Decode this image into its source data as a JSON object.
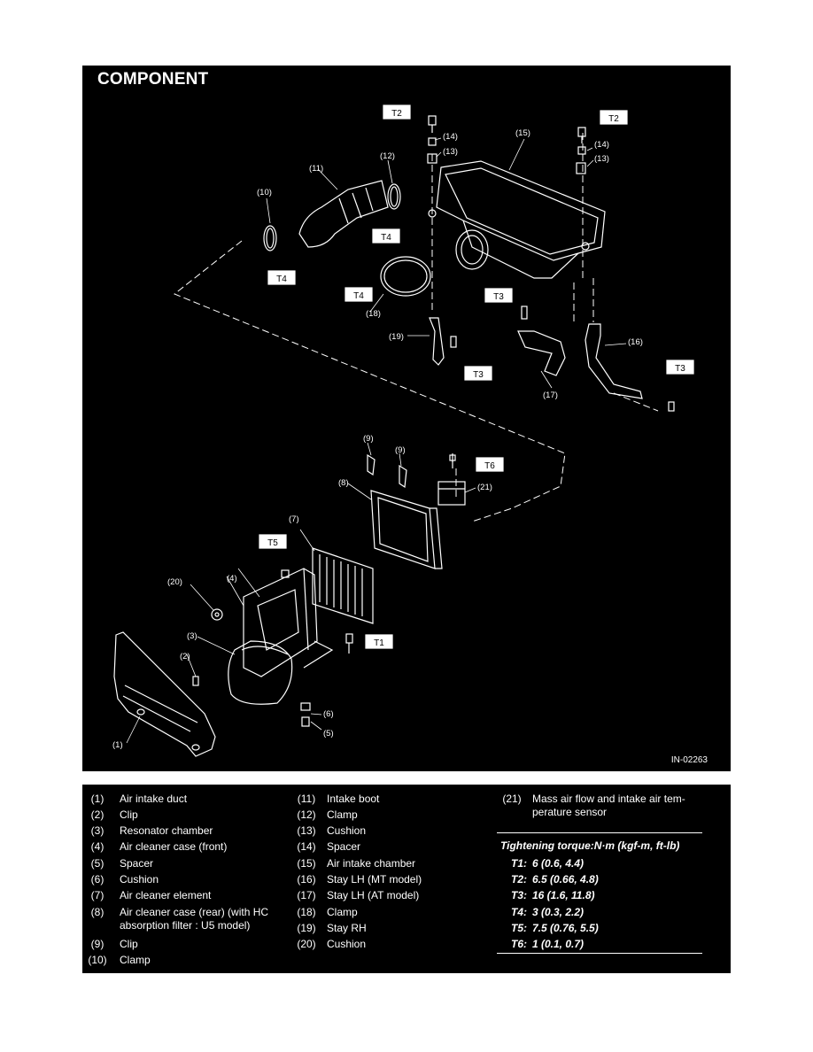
{
  "diagram": {
    "title": "COMPONENT",
    "figure_id": "IN-02263",
    "part_callouts": [
      "(1)",
      "(2)",
      "(3)",
      "(4)",
      "(5)",
      "(6)",
      "(7)",
      "(8)",
      "(9)",
      "(9)",
      "(10)",
      "(11)",
      "(12)",
      "(13)",
      "(13)",
      "(14)",
      "(14)",
      "(15)",
      "(16)",
      "(17)",
      "(18)",
      "(19)",
      "(20)",
      "(21)"
    ],
    "torque_tags": [
      "T1",
      "T2",
      "T2",
      "T3",
      "T3",
      "T3",
      "T4",
      "T4",
      "T4",
      "T5",
      "T6"
    ]
  },
  "legend": {
    "col1": [
      {
        "num": "(1)",
        "label": "Air intake duct"
      },
      {
        "num": "(2)",
        "label": "Clip"
      },
      {
        "num": "(3)",
        "label": "Resonator chamber"
      },
      {
        "num": "(4)",
        "label": "Air cleaner case (front)"
      },
      {
        "num": "(5)",
        "label": "Spacer"
      },
      {
        "num": "(6)",
        "label": "Cushion"
      },
      {
        "num": "(7)",
        "label": "Air cleaner element"
      },
      {
        "num": "(8)",
        "label": "Air cleaner case (rear) (with HC",
        "label2": "absorption filter : U5 model)"
      },
      {
        "num": "(9)",
        "label": "Clip"
      },
      {
        "num": "(10)",
        "label": "Clamp"
      }
    ],
    "col2": [
      {
        "num": "(11)",
        "label": "Intake boot"
      },
      {
        "num": "(12)",
        "label": "Clamp"
      },
      {
        "num": "(13)",
        "label": "Cushion"
      },
      {
        "num": "(14)",
        "label": "Spacer"
      },
      {
        "num": "(15)",
        "label": "Air intake chamber"
      },
      {
        "num": "(16)",
        "label": "Stay LH (MT model)"
      },
      {
        "num": "(17)",
        "label": "Stay LH (AT model)"
      },
      {
        "num": "(18)",
        "label": "Clamp"
      },
      {
        "num": "(19)",
        "label": "Stay RH"
      },
      {
        "num": "(20)",
        "label": "Cushion"
      }
    ],
    "col3": {
      "num": "(21)",
      "label": "Mass air flow and intake air tem-",
      "label2": "perature sensor"
    },
    "torque_heading": "Tightening torque:N·m (kgf-m, ft-lb)",
    "torques": [
      {
        "tag": "T1:",
        "value": "6 (0.6, 4.4)"
      },
      {
        "tag": "T2:",
        "value": "6.5 (0.66, 4.8)"
      },
      {
        "tag": "T3:",
        "value": "16 (1.6, 11.8)"
      },
      {
        "tag": "T4:",
        "value": "3 (0.3, 2.2)"
      },
      {
        "tag": "T5:",
        "value": "7.5 (0.76, 5.5)"
      },
      {
        "tag": "T6:",
        "value": "1 (0.1, 0.7)"
      }
    ]
  }
}
